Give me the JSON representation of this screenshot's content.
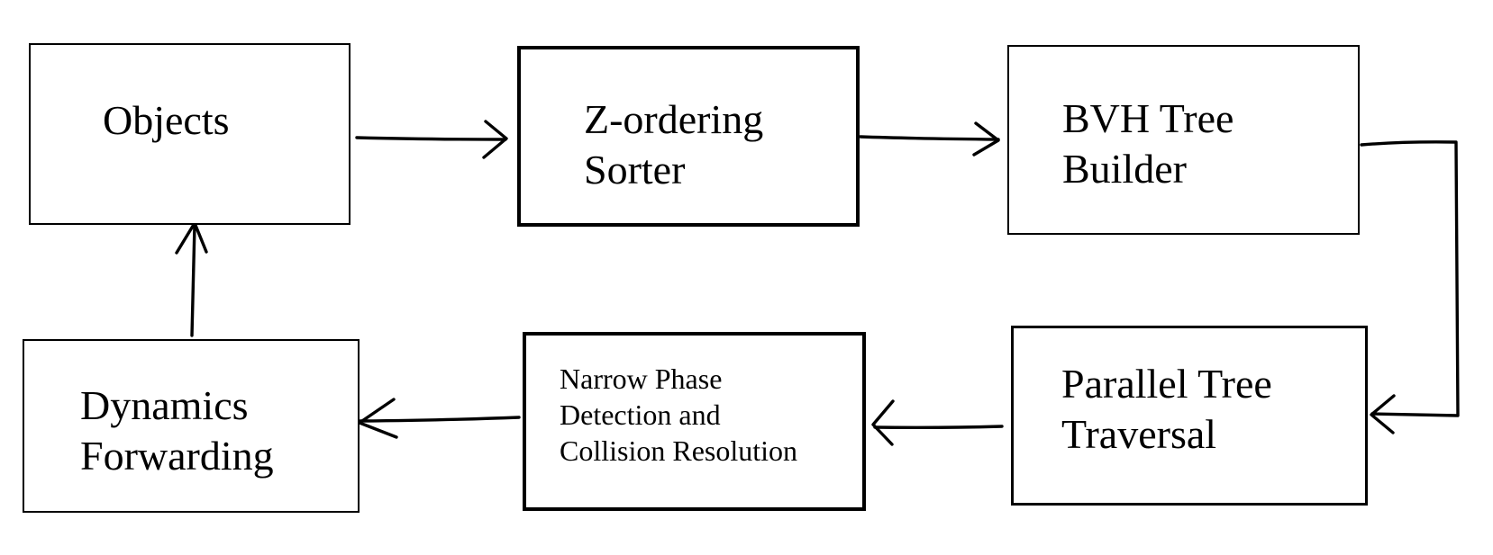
{
  "diagram": {
    "nodes": [
      {
        "id": "objects",
        "label": "Objects"
      },
      {
        "id": "zorder",
        "label": "Z-ordering\nSorter"
      },
      {
        "id": "bvh",
        "label": "BVH Tree\nBuilder"
      },
      {
        "id": "traversal",
        "label": "Parallel Tree\nTraversal"
      },
      {
        "id": "narrow",
        "label": "Narrow Phase\nDetection and\nCollision Resolution"
      },
      {
        "id": "dynamics",
        "label": "Dynamics\nForwarding"
      }
    ],
    "edges": [
      {
        "from": "objects",
        "to": "zorder"
      },
      {
        "from": "zorder",
        "to": "bvh"
      },
      {
        "from": "bvh",
        "to": "traversal"
      },
      {
        "from": "traversal",
        "to": "narrow"
      },
      {
        "from": "narrow",
        "to": "dynamics"
      },
      {
        "from": "dynamics",
        "to": "objects"
      }
    ]
  }
}
